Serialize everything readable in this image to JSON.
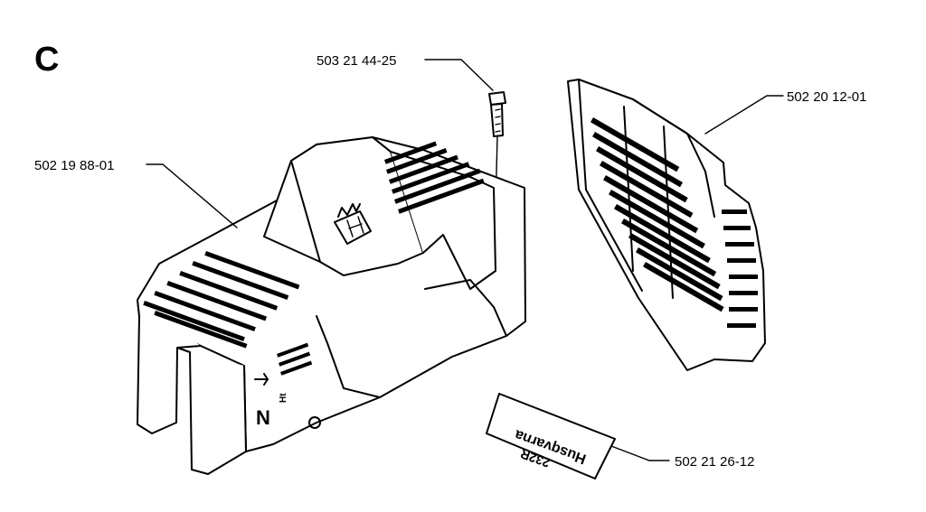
{
  "section": {
    "letter": "C"
  },
  "parts": [
    {
      "id": "screw",
      "number": "503 21 44-25"
    },
    {
      "id": "cylinder-cover",
      "number": "502 19 88-01"
    },
    {
      "id": "air-filter-cover",
      "number": "502 20 12-01"
    },
    {
      "id": "decal",
      "number": "502 21 26-12"
    }
  ],
  "decal": {
    "line1": "232R",
    "line2": "Husqvarna"
  },
  "cover_markings": {
    "n_mark": "N",
    "small_mark": "Ht"
  },
  "colors": {
    "line": "#000000",
    "background": "#ffffff"
  }
}
